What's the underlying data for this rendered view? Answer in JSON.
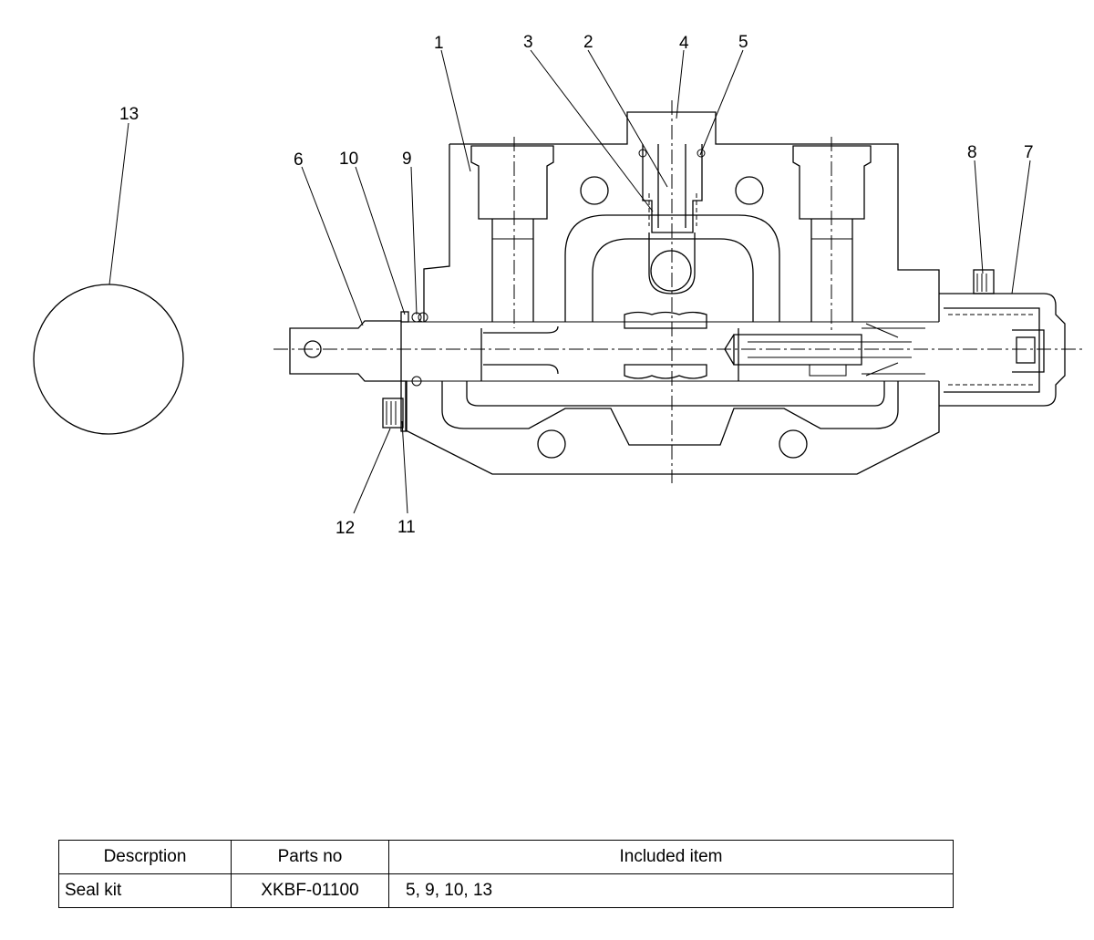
{
  "callouts": {
    "c1": "1",
    "c2": "2",
    "c3": "3",
    "c4": "4",
    "c5": "5",
    "c6": "6",
    "c7": "7",
    "c8": "8",
    "c9": "9",
    "c10": "10",
    "c11": "11",
    "c12": "12",
    "c13": "13"
  },
  "table": {
    "headers": [
      "Descrption",
      "Parts no",
      "Included item"
    ],
    "rows": [
      {
        "description": "Seal kit",
        "parts_no": "XKBF-01100",
        "included": "5, 9, 10, 13"
      }
    ]
  }
}
